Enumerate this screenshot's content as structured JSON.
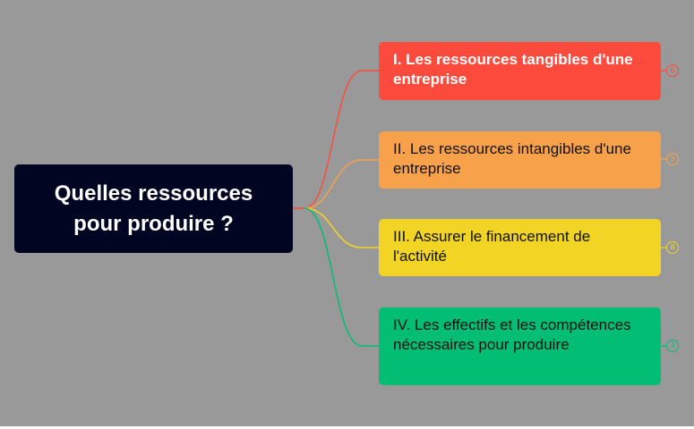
{
  "central_topic": {
    "line1": "Quelles ressources",
    "line2": "pour produire ?"
  },
  "branches": [
    {
      "title": "I. Les ressources tangibles d'une entreprise",
      "count": "6",
      "color": "#fc4b3d"
    },
    {
      "title": "II. Les ressources intangibles d'une entreprise",
      "count": "5",
      "color": "#f7a14a"
    },
    {
      "title": "III. Assurer le financement de l'activité",
      "count": "8",
      "color": "#f1d424"
    },
    {
      "title": "IV. Les effectifs et les compétences nécessaires pour produire",
      "count": "3",
      "color": "#02bd74"
    }
  ]
}
